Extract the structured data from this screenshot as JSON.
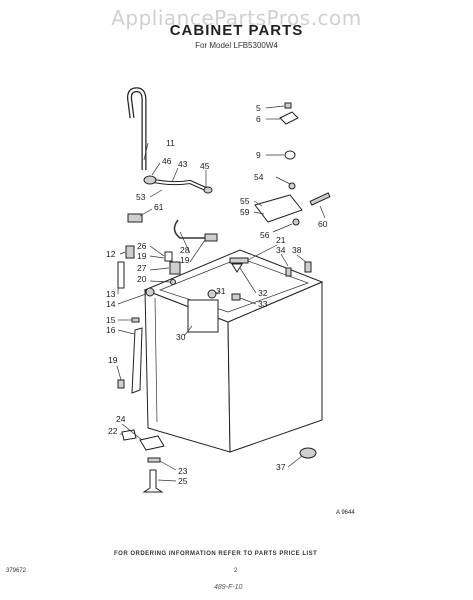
{
  "watermark": "AppliancePartsPros.com",
  "title": "CABINET PARTS",
  "subtitle": "For Model LFB5300W4",
  "labels": {
    "p5": "5",
    "p6": "6",
    "p9": "9",
    "p11": "11",
    "p46": "46",
    "p43": "43",
    "p45": "45",
    "p54": "54",
    "p53": "53",
    "p61": "61",
    "p55": "55",
    "p59": "59",
    "p60": "60",
    "p56": "56",
    "p21": "21",
    "p34": "34",
    "p38": "38",
    "p12": "12",
    "p26": "26",
    "p19a": "19",
    "p28": "28",
    "p19b": "19",
    "p27": "27",
    "p20": "20",
    "p13": "13",
    "p14": "14",
    "p31": "31",
    "p32": "32",
    "p33": "33",
    "p15": "15",
    "p16": "16",
    "p30": "30",
    "p19c": "19",
    "p24": "24",
    "p22": "22",
    "p23": "23",
    "p25": "25",
    "p37": "37"
  },
  "diagram_code": "A 9644",
  "footer": {
    "ordering_note": "FOR ORDERING INFORMATION REFER TO PARTS PRICE LIST",
    "part_no": "379672",
    "page": "2",
    "handwritten": "489-F-10"
  }
}
